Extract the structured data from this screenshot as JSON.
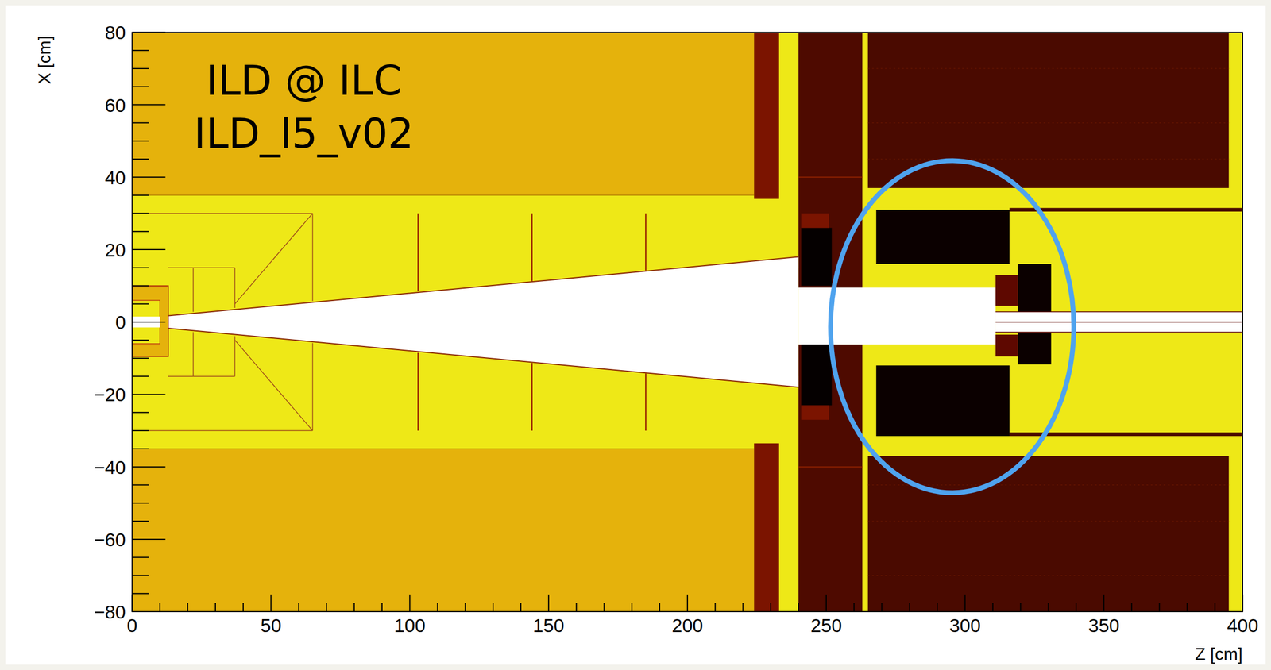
{
  "diagram": {
    "labels": [
      "ILD @ ILC",
      "ILD_l5_v02",
      "X [cm]",
      "80",
      "60",
      "40",
      "20",
      "0",
      "−20",
      "−40",
      "−60",
      "−80",
      "Z [cm]",
      "0",
      "50",
      "100",
      "150",
      "200",
      "250",
      "300",
      "350",
      "400"
    ]
  }
}
